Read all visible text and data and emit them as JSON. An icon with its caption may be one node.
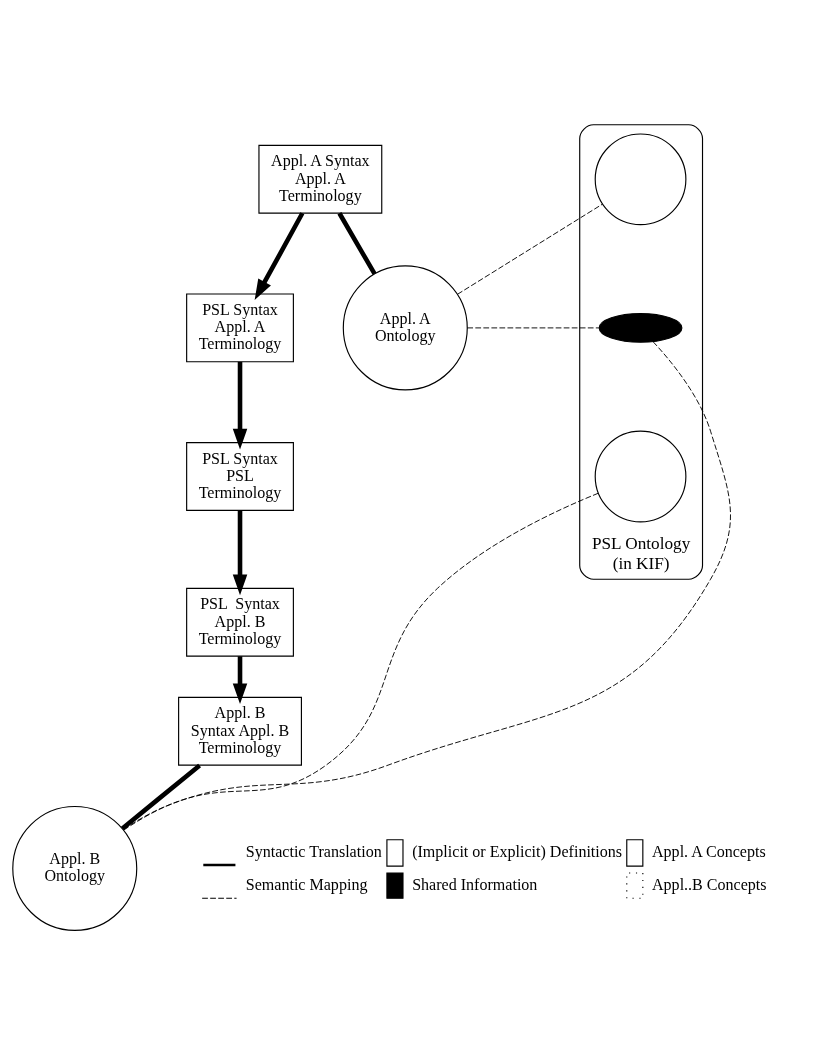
{
  "diagram": {
    "nodes": [
      {
        "text": [
          "Appl. A Syntax Appl. A Terminology"
        ]
      },
      {
        "text": [
          "PSL Syntax Appl. A Terminology"
        ]
      },
      {
        "text": [
          "Appl. A Ontology"
        ]
      },
      {
        "text": [
          "PSL Ontology (in KIF)"
        ]
      },
      {
        "text": [],
        "shape": "circle",
        "in": 3
      },
      {
        "text": [],
        "shape": "ellipse",
        "in": 3
      },
      {
        "text": [],
        "shape": "circle",
        "in": 3
      },
      {
        "text": [
          "PSL Syntax PSL Terminology"
        ]
      },
      {
        "text": [
          "PSL  Syntax Appl. B Terminology"
        ]
      },
      {
        "text": [
          "Appl. B Ontology"
        ]
      },
      {
        "text": [
          "Appl. B  Syntax Appl. B Terminology"
        ]
      }
    ],
    "edges": [
      {
        "from": 0,
        "to": 1,
        "arrow": "to"
      },
      {
        "from": 0,
        "to": 2,
        "arrow": "none"
      },
      {
        "from": 2,
        "to": 4,
        "arrow": "none",
        "style": "dashed"
      },
      {
        "from": 2,
        "to": 5,
        "arrow": "none",
        "style": "dashed"
      },
      {
        "from": 1,
        "to": 7,
        "arrow": "to"
      },
      {
        "from": 7,
        "to": 8,
        "arrow": "to"
      },
      {
        "from": 5,
        "to": 9,
        "arrow": "none",
        "style": "dashed"
      },
      {
        "from": 6,
        "to": 9,
        "arrow": "none",
        "style": "dashed"
      },
      {
        "from": 8,
        "to": 10,
        "arrow": "to"
      },
      {
        "from": 10,
        "to": 9,
        "arrow": "none"
      }
    ],
    "legend": [
      {
        "text": "Syntactic Translation"
      },
      {
        "text": "(Implicit or Explicit) Definitions",
        "color": "#ffffff"
      },
      {
        "text": "Appl. A Concepts"
      },
      {
        "text": "Semantic Mapping"
      },
      {
        "text": "Shared Information",
        "color": "#000000"
      },
      {
        "text": "Appl..B Concepts"
      }
    ]
  }
}
